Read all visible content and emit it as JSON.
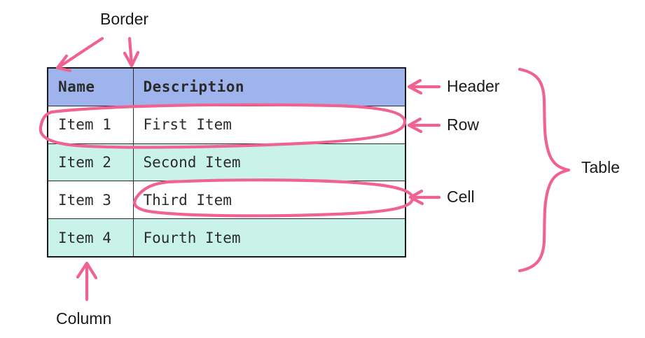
{
  "diagram": {
    "title": "Table anatomy annotated diagram",
    "accent_color": "#f06292",
    "header_color": "#9fb4ed",
    "stripe_color": "#c9f2e8",
    "border_color": "#2b2b2b",
    "text_color": "#2b2b2b",
    "background_color": "#ffffff"
  },
  "table": {
    "columns": [
      "Name",
      "Description"
    ],
    "rows": [
      {
        "name": "Item 1",
        "description": "First Item"
      },
      {
        "name": "Item 2",
        "description": "Second Item"
      },
      {
        "name": "Item 3",
        "description": "Third Item"
      },
      {
        "name": "Item 4",
        "description": "Fourth Item"
      }
    ]
  },
  "annotations": {
    "border": "Border",
    "header": "Header",
    "row": "Row",
    "cell": "Cell",
    "table": "Table",
    "column": "Column"
  },
  "marks": {
    "ellipse_row_target": "Item 1 / First Item row",
    "ellipse_cell_target": "Third Item cell",
    "brace_target": "whole table",
    "arrow_border_outer_target": "table outer border top-left",
    "arrow_border_inner_target": "column divider",
    "arrow_column_target": "Name column"
  }
}
